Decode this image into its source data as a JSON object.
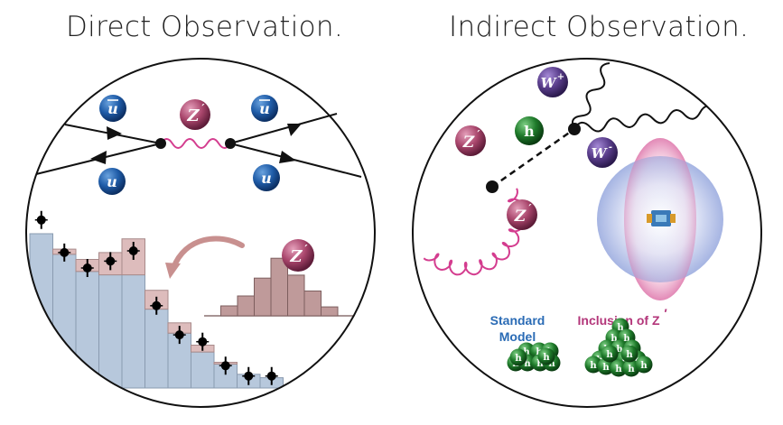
{
  "titles": {
    "left": "Direct Observation.",
    "right": "Indirect Observation."
  },
  "particles": {
    "u_bar": "u",
    "u": "u",
    "z_prime": "Z",
    "prime_mark": "′",
    "higgs": "h",
    "w_plus": "W",
    "w_plus_sup": "+",
    "w_minus": "W",
    "w_minus_sup": "-"
  },
  "labels": {
    "standard_model_line1": "Standard",
    "standard_model_line2": "Model",
    "inclusion": "Inclusion of Z",
    "inclusion_prime": "′"
  },
  "colors": {
    "quark_blue": "#1f5ca8",
    "zprime": "#a9466c",
    "higgs_green": "#1e7a2a",
    "w_purple": "#5a3e8c",
    "standard_model_text": "#2a6bb5",
    "inclusion_text": "#b3367a",
    "histogram_blue": "#b7c8dc",
    "histogram_pink": "#ddbcbc",
    "signal_hist": "#bf9a9a"
  },
  "histogram": {
    "background": [
      4.5,
      3.9,
      3.4,
      3.3,
      3.3,
      2.3,
      1.6,
      1.05,
      0.7,
      0.4,
      0.3
    ],
    "signal": [
      0,
      0.15,
      0.35,
      0.65,
      1.05,
      0.55,
      0.3,
      0.2,
      0.05,
      0,
      0
    ],
    "data_points": [
      4.9,
      3.95,
      3.5,
      3.7,
      4.0,
      2.4,
      1.55,
      1.35,
      0.65,
      0.35,
      0.35
    ]
  },
  "signal_histogram": {
    "values": [
      1,
      2,
      3.8,
      5.8,
      4.1,
      2.5,
      0.9
    ]
  },
  "cluster_standard": [
    "h",
    "h",
    "h",
    "h",
    "h",
    "h",
    "h",
    "h",
    "h"
  ],
  "cluster_inclusion": [
    "h",
    "h",
    "h",
    "h",
    "h",
    "h",
    "h",
    "h",
    "h",
    "h",
    "h",
    "h",
    "h",
    "h",
    "h",
    "h",
    "h"
  ]
}
